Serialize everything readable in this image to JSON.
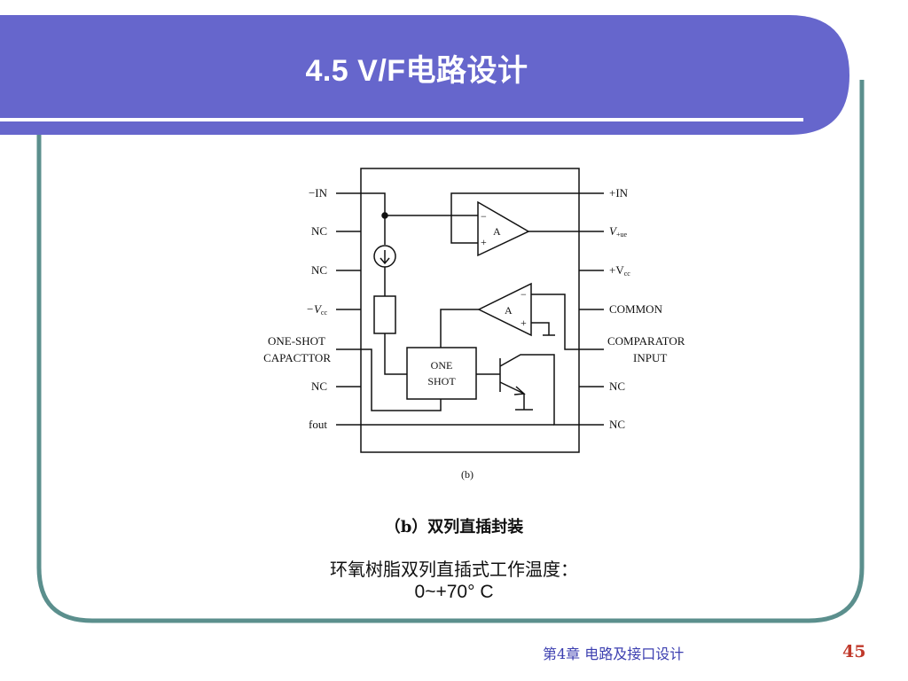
{
  "slide": {
    "title": "4.5  V/F电路设计",
    "colors": {
      "header": "#6666cc",
      "frame": "#5b8f8d",
      "footer_text": "#3c3fb0",
      "page_number": "#c0392b"
    }
  },
  "diagram": {
    "pins_left": {
      "minus_in": "−IN",
      "nc1": "NC",
      "nc2": "NC",
      "minus_vcc": "−V",
      "minus_vcc_sub": "cc",
      "one_shot_cap_line1": "ONE-SHOT",
      "one_shot_cap_line2": "CAPACTTOR",
      "nc3": "NC",
      "fout": "fout"
    },
    "pins_right": {
      "plus_in": "+IN",
      "vout": "V",
      "vout_sub": "+ue",
      "plus_vcc": "+V",
      "plus_vcc_sub": "cc",
      "common": "COMMON",
      "comparator_line1": "COMPARATOR",
      "comparator_line2": "INPUT",
      "nc4": "NC",
      "nc5": "NC"
    },
    "amp_top": {
      "label": "A",
      "minus": "−",
      "plus": "+"
    },
    "amp_bottom": {
      "label": "A",
      "minus": "−",
      "plus": "+"
    },
    "one_shot": {
      "line1": "ONE",
      "line2": "SHOT"
    },
    "sublabel": "(b)"
  },
  "caption": {
    "figure": "（b）双列直插封装",
    "desc_line1": "环氧树脂双列直插式工作温度：",
    "desc_line2": "0~+70° C"
  },
  "footer": {
    "chapter": "第4章    电路及接口设计",
    "page": "45"
  }
}
